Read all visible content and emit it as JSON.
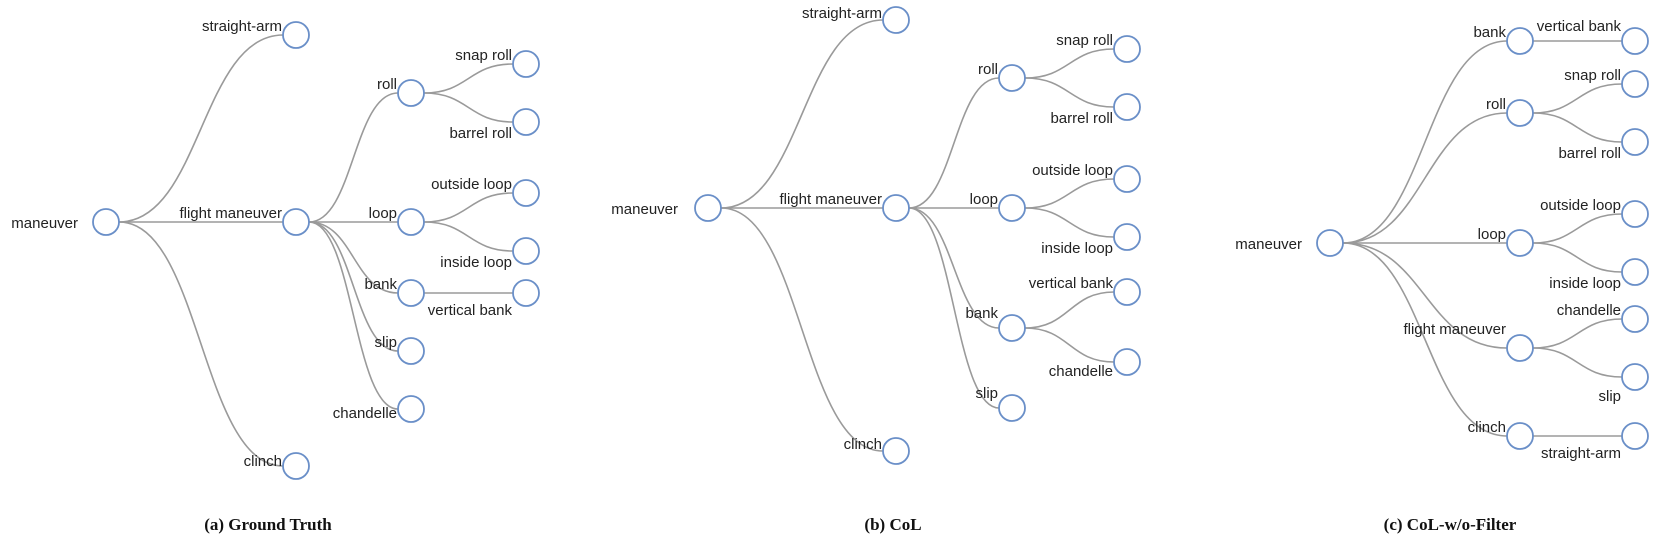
{
  "colors": {
    "edge": "#9a9a9a",
    "node_stroke": "#6a8fc8",
    "text": "#222222"
  },
  "panels": [
    {
      "caption": "(a) Ground Truth",
      "tree": {
        "label": "maneuver",
        "children": [
          {
            "label": "straight-arm"
          },
          {
            "label": "flight maneuver",
            "children": [
              {
                "label": "roll",
                "children": [
                  {
                    "label": "snap roll"
                  },
                  {
                    "label": "barrel roll"
                  }
                ]
              },
              {
                "label": "loop",
                "children": [
                  {
                    "label": "outside loop"
                  },
                  {
                    "label": "inside loop"
                  }
                ]
              },
              {
                "label": "bank",
                "children": [
                  {
                    "label": "vertical bank"
                  }
                ]
              },
              {
                "label": "slip"
              },
              {
                "label": "chandelle"
              }
            ]
          },
          {
            "label": "clinch"
          }
        ]
      }
    },
    {
      "caption": "(b) CoL",
      "tree": {
        "label": "maneuver",
        "children": [
          {
            "label": "straight-arm"
          },
          {
            "label": "flight maneuver",
            "children": [
              {
                "label": "roll",
                "children": [
                  {
                    "label": "snap roll"
                  },
                  {
                    "label": "barrel roll"
                  }
                ]
              },
              {
                "label": "loop",
                "children": [
                  {
                    "label": "outside loop"
                  },
                  {
                    "label": "inside loop"
                  }
                ]
              },
              {
                "label": "bank",
                "children": [
                  {
                    "label": "vertical bank"
                  },
                  {
                    "label": "chandelle"
                  }
                ]
              },
              {
                "label": "slip"
              }
            ]
          },
          {
            "label": "clinch"
          }
        ]
      }
    },
    {
      "caption": "(c) CoL-w/o-Filter",
      "tree": {
        "label": "maneuver",
        "children": [
          {
            "label": "bank",
            "children": [
              {
                "label": "vertical bank"
              }
            ]
          },
          {
            "label": "roll",
            "children": [
              {
                "label": "snap roll"
              },
              {
                "label": "barrel roll"
              }
            ]
          },
          {
            "label": "loop",
            "children": [
              {
                "label": "outside loop"
              },
              {
                "label": "inside loop"
              }
            ]
          },
          {
            "label": "flight maneuver",
            "children": [
              {
                "label": "chandelle"
              },
              {
                "label": "slip"
              }
            ]
          },
          {
            "label": "clinch",
            "children": [
              {
                "label": "straight-arm"
              }
            ]
          }
        ]
      }
    }
  ]
}
